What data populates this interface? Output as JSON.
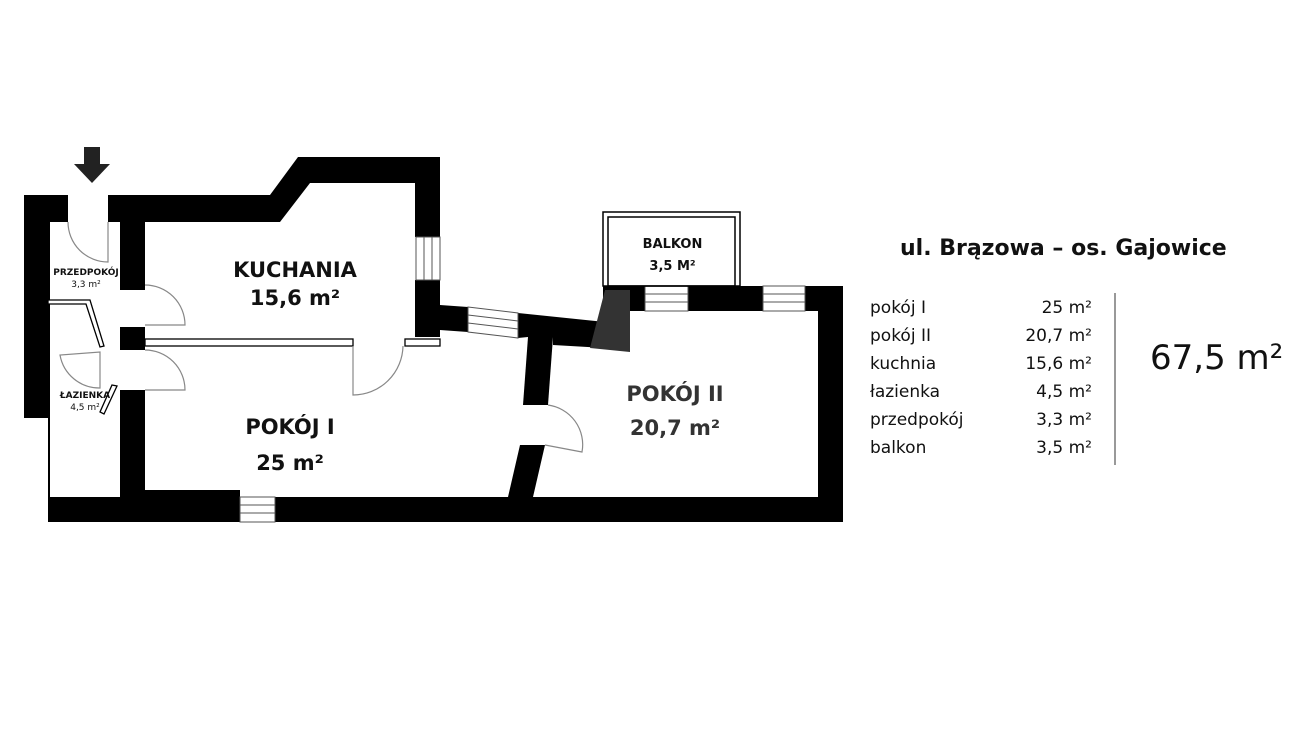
{
  "plan": {
    "rooms": [
      {
        "name": "KUCHANIA",
        "area": "15,6 m²"
      },
      {
        "name": "POKÓJ I",
        "area": "25 m²"
      },
      {
        "name": "POKÓJ II",
        "area": "20,7 m²"
      },
      {
        "name": "BALKON",
        "area": "3,5 M²"
      },
      {
        "name": "PRZEDPOKÓJ",
        "area": "3,3 m²"
      },
      {
        "name": "ŁAZIENKA",
        "area": "4,5 m²"
      }
    ],
    "entrance_icon": "arrow-down-icon"
  },
  "summary": {
    "title": "ul. Brązowa – os. Gajowice",
    "rows": [
      {
        "label": "pokój I",
        "value": "25 m²"
      },
      {
        "label": "pokój II",
        "value": "20,7 m²"
      },
      {
        "label": "kuchnia",
        "value": "15,6 m²"
      },
      {
        "label": "łazienka",
        "value": "4,5 m²"
      },
      {
        "label": "przedpokój",
        "value": "3,3 m²"
      },
      {
        "label": "balkon",
        "value": "3,5 m²"
      }
    ],
    "total": "67,5 m²"
  },
  "colors": {
    "wall": "#000000",
    "door": "#888888"
  }
}
